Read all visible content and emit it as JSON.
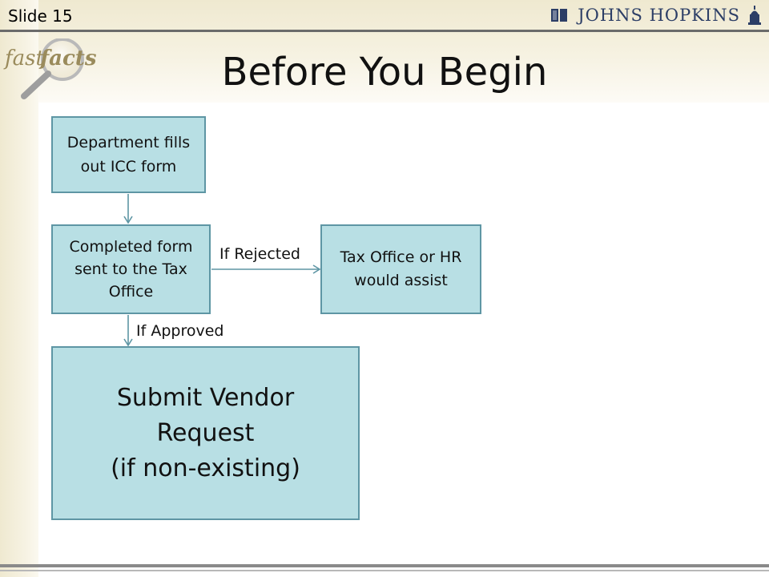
{
  "slide": {
    "number_label": "Slide 15",
    "title": "Before You Begin"
  },
  "branding": {
    "university": "JOHNS HOPKINS",
    "fastfacts_part1": "fast",
    "fastfacts_part2": "facts"
  },
  "flowchart": {
    "nodes": [
      {
        "id": "department",
        "text": "Department fills out ICC form"
      },
      {
        "id": "completed",
        "text": "Completed form sent to the Tax Office"
      },
      {
        "id": "assist",
        "text": "Tax Office or HR would assist"
      },
      {
        "id": "submit",
        "lines": [
          "Submit Vendor Request",
          "(if non-existing)"
        ]
      }
    ],
    "edges": [
      {
        "from": "department",
        "to": "completed",
        "label": ""
      },
      {
        "from": "completed",
        "to": "assist",
        "label": "If Rejected"
      },
      {
        "from": "completed",
        "to": "submit",
        "label": "If Approved"
      }
    ]
  },
  "colors": {
    "box_fill": "#b8dfe4",
    "box_border": "#5e96a4",
    "connector": "#5e96a4",
    "title_text": "#111111",
    "brand_text": "#2c3e66"
  }
}
